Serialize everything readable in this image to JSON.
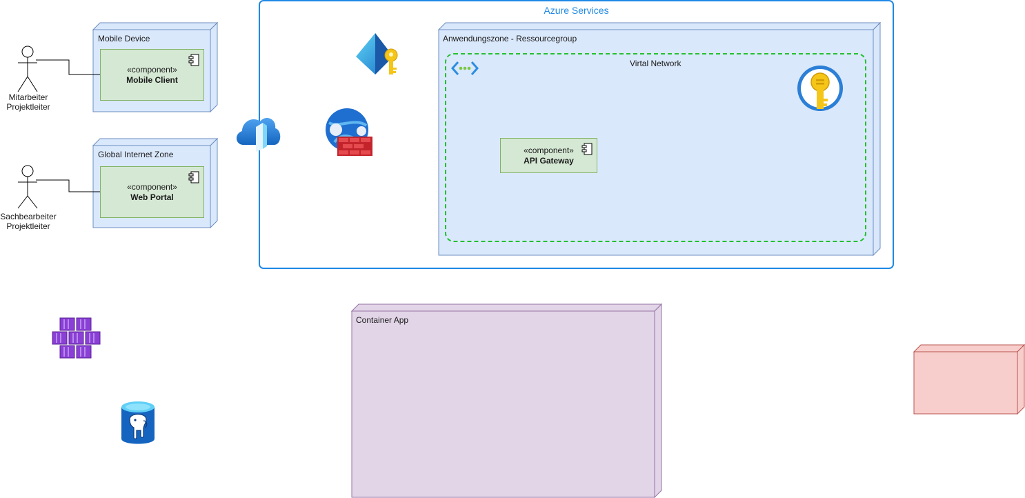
{
  "actors": [
    {
      "line1": "Mitarbeiter",
      "line2": "Projektleiter"
    },
    {
      "line1": "Sachbearbeiter",
      "line2": "Projektleiter"
    }
  ],
  "nodes": {
    "mobile_device": {
      "label": "Mobile Device",
      "component": {
        "stereotype": "«component»",
        "name": "Mobile Client"
      }
    },
    "global_zone": {
      "label": "Global Internet Zone",
      "component": {
        "stereotype": "«component»",
        "name": "Web Portal"
      }
    },
    "resource_group": {
      "label": "Anwendungszone - Ressourcegroup"
    },
    "container_app": {
      "label": "Container App"
    }
  },
  "azure_services": {
    "title": "Azure Services"
  },
  "virtual_network": {
    "label": "Virtal Network"
  },
  "api_gateway": {
    "stereotype": "«component»",
    "name": "API Gateway"
  },
  "icons": [
    "front-door-cloud-icon",
    "entra-id-key-icon",
    "web-application-firewall-icon",
    "virtual-network-icon",
    "key-vault-icon",
    "kubernetes-services-icon",
    "postgresql-database-icon"
  ],
  "colors": {
    "azure_border": "#1e88e5",
    "node_fill": "#dae8fc",
    "node_stroke": "#6c8ebf",
    "component_fill": "#d5e8d4",
    "component_stroke": "#82b366",
    "vnet_dash": "#22c02e",
    "container_fill": "#e1d5e7",
    "container_stroke": "#9673a6",
    "red_node_fill": "#f8cecc",
    "red_node_stroke": "#b85450"
  }
}
